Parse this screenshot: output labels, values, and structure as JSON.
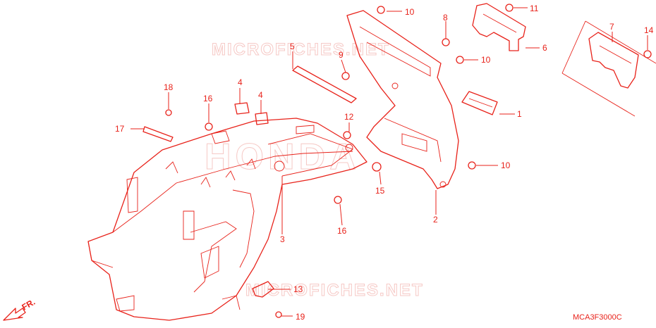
{
  "diagram": {
    "code": "MCA3F3000C",
    "direction_label": "FR.",
    "watermarks": [
      "MICROFICHES.NET",
      "HONDA",
      "MICROFICHES.NET"
    ],
    "callouts": [
      {
        "id": "c1",
        "num": "1"
      },
      {
        "id": "c2",
        "num": "2"
      },
      {
        "id": "c3",
        "num": "3"
      },
      {
        "id": "c4a",
        "num": "4"
      },
      {
        "id": "c4b",
        "num": "4"
      },
      {
        "id": "c5",
        "num": "5"
      },
      {
        "id": "c6",
        "num": "6"
      },
      {
        "id": "c7",
        "num": "7"
      },
      {
        "id": "c8",
        "num": "8"
      },
      {
        "id": "c9",
        "num": "9"
      },
      {
        "id": "c10a",
        "num": "10"
      },
      {
        "id": "c10b",
        "num": "10"
      },
      {
        "id": "c10c",
        "num": "10"
      },
      {
        "id": "c11",
        "num": "11"
      },
      {
        "id": "c12",
        "num": "12"
      },
      {
        "id": "c13",
        "num": "13"
      },
      {
        "id": "c14",
        "num": "14"
      },
      {
        "id": "c15",
        "num": "15"
      },
      {
        "id": "c16a",
        "num": "16"
      },
      {
        "id": "c16b",
        "num": "16"
      },
      {
        "id": "c17",
        "num": "17"
      },
      {
        "id": "c18",
        "num": "18"
      },
      {
        "id": "c19",
        "num": "19"
      }
    ],
    "colors": {
      "line": "#e8221a",
      "watermark": "#f6c9c6",
      "background": "#ffffff"
    }
  }
}
